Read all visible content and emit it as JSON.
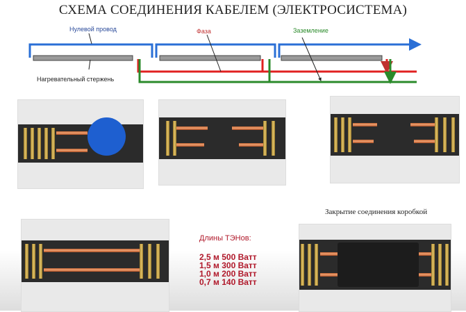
{
  "title": "СХЕМА СОЕДИНЕНИЯ КАБЕЛЕМ (ЭЛЕКТРОСИСТЕМА)",
  "diagram": {
    "neutral_label": "Нулевой провод",
    "phase_label": "Фаза",
    "ground_label": "Заземление",
    "rod_label": "Нагревательный стержень",
    "colors": {
      "neutral": "#2a6fd6",
      "phase": "#e02020",
      "ground": "#2a8a2a"
    }
  },
  "lengths": {
    "heading": "Длины ТЭНов:",
    "items": [
      "2,5 м 500 Ватт",
      "1,5 м 300 Ватт",
      "1,0 м 200 Ватт",
      "0,7 м 140 Ватт"
    ]
  },
  "box_caption": "Закрытие соединения коробкой"
}
